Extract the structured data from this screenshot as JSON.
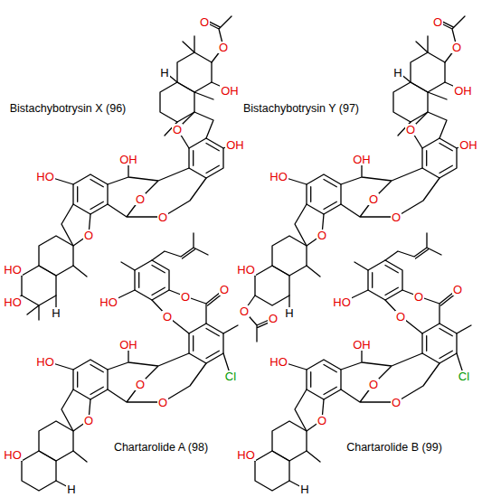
{
  "diagram": {
    "labels": [
      "O",
      "O",
      "OH",
      "H",
      "O",
      "OH",
      "HO",
      "OH",
      "O",
      "O",
      "O",
      "HO",
      "HO",
      "H",
      "Bistachybotrysin X (96)",
      "O",
      "O",
      "OH",
      "H",
      "O",
      "OH",
      "HO",
      "OH",
      "O",
      "O",
      "O",
      "HO",
      "O",
      "O",
      "H",
      "Bistachybotrysin Y (97)",
      "HO",
      "O",
      "O",
      "O",
      "Cl",
      "HO",
      "OH",
      "O",
      "O",
      "O",
      "HO",
      "H",
      "Chartarolide A (98)",
      "HO",
      "O",
      "O",
      "O",
      "Cl",
      "HO",
      "OH",
      "O",
      "O",
      "O",
      "HO",
      "H",
      "Chartarolide B (99)"
    ]
  }
}
